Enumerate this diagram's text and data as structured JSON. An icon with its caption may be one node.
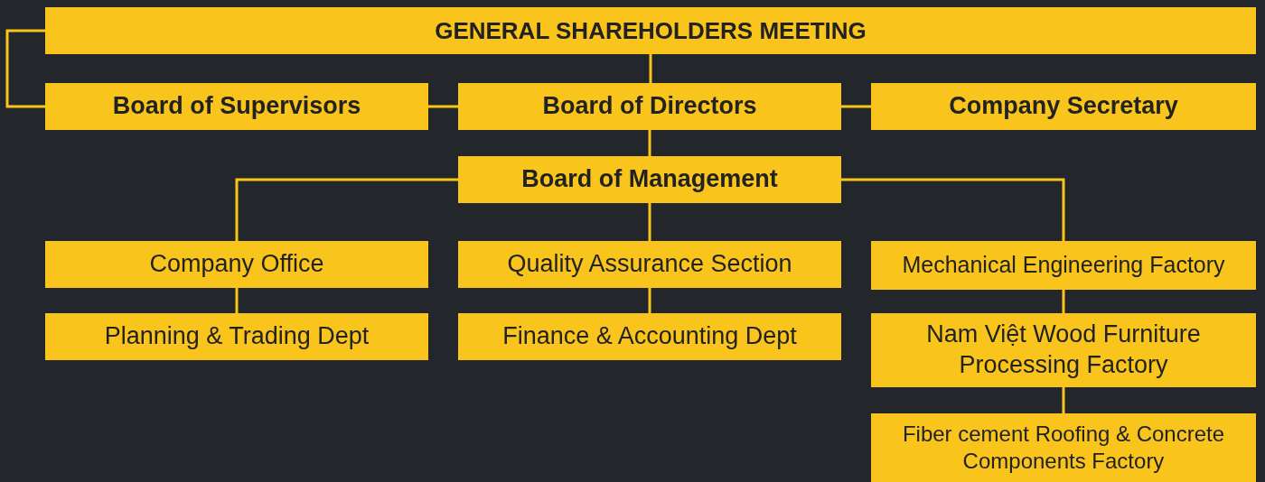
{
  "diagram": {
    "nodes": [
      {
        "text": [
          "GENERAL SHAREHOLDERS MEETING"
        ]
      },
      {
        "text": [
          "Board of Supervisors"
        ]
      },
      {
        "text": [
          "Board of Directors"
        ]
      },
      {
        "text": [
          "Company Secretary"
        ]
      },
      {
        "text": [
          "Board of Management"
        ]
      },
      {
        "text": [
          "Company Office"
        ]
      },
      {
        "text": [
          "Quality Assurance Section"
        ]
      },
      {
        "text": [
          "Mechanical Engineering Factory"
        ]
      },
      {
        "text": [
          "Planning & Trading Dept"
        ]
      },
      {
        "text": [
          "Finance & Accounting Dept"
        ]
      },
      {
        "text": [
          "Nam Việt Wood Furniture Processing Factory"
        ]
      },
      {
        "text": [
          "Fiber cement Roofing & Concrete Components Factory"
        ]
      }
    ],
    "edges": [
      {
        "from": 0,
        "to": 1,
        "arrow": "none"
      },
      {
        "from": 0,
        "to": 2,
        "arrow": "none"
      },
      {
        "from": 1,
        "to": 2,
        "arrow": "none"
      },
      {
        "from": 2,
        "to": 3,
        "arrow": "none"
      },
      {
        "from": 2,
        "to": 4,
        "arrow": "none"
      },
      {
        "from": 4,
        "to": 5,
        "arrow": "none"
      },
      {
        "from": 4,
        "to": 6,
        "arrow": "none"
      },
      {
        "from": 4,
        "to": 7,
        "arrow": "none"
      },
      {
        "from": 5,
        "to": 8,
        "arrow": "none"
      },
      {
        "from": 6,
        "to": 9,
        "arrow": "none"
      },
      {
        "from": 7,
        "to": 10,
        "arrow": "none"
      },
      {
        "from": 10,
        "to": 11,
        "arrow": "none"
      }
    ]
  }
}
